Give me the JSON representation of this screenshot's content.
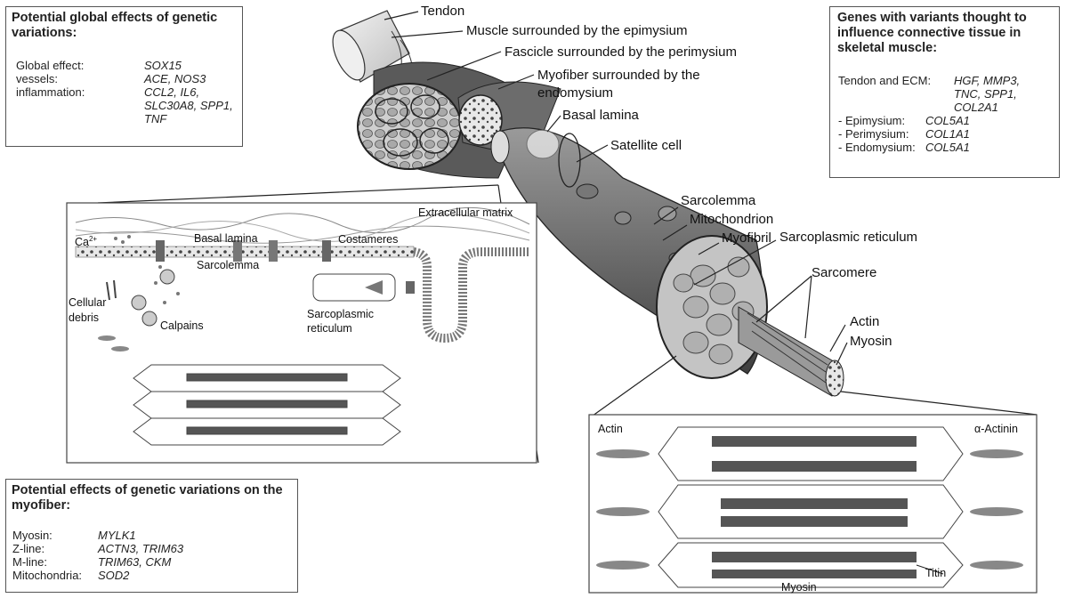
{
  "global_box": {
    "title": "Potential global effects of genetic variations:",
    "rows": [
      {
        "key": "Global effect:",
        "value": "SOX15"
      },
      {
        "key": "vessels:",
        "value": "ACE, NOS3"
      },
      {
        "key": "inflammation:",
        "value": "CCL2, IL6,"
      },
      {
        "key": "",
        "value": "SLC30A8, SPP1,"
      },
      {
        "key": "",
        "value": "TNF"
      }
    ]
  },
  "genes_box": {
    "title": "Genes with variants thought to influence connective tissue in skeletal muscle:",
    "rows": [
      {
        "key": "Tendon and ECM:",
        "value": "HGF, MMP3,"
      },
      {
        "key": "",
        "value": "TNC, SPP1,"
      },
      {
        "key": "",
        "value": "COL2A1"
      },
      {
        "key": "- Epimysium:",
        "value": "COL5A1"
      },
      {
        "key": "- Perimysium:",
        "value": "COL1A1"
      },
      {
        "key": "- Endomysium:",
        "value": "COL5A1"
      }
    ]
  },
  "myofiber_box": {
    "title": "Potential effects of genetic variations on the myofiber:",
    "rows": [
      {
        "key": "Myosin:",
        "value": "MYLK1"
      },
      {
        "key": "Z-line:",
        "value": "ACTN3, TRIM63"
      },
      {
        "key": "M-line:",
        "value": "TRIM63, CKM"
      },
      {
        "key": "Mitochondria:",
        "value": "SOD2"
      }
    ]
  },
  "main_labels": {
    "tendon": "Tendon",
    "epimysium": "Muscle surrounded by the epimysium",
    "perimysium": "Fascicle surrounded by the perimysium",
    "endomysium_1": "Myofiber surrounded by the",
    "endomysium_2": "endomysium",
    "basal_lamina": "Basal lamina",
    "satellite": "Satellite cell",
    "sarcolemma": "Sarcolemma",
    "mitochondrion": "Mitochondrion",
    "myofibril": "Myofibril",
    "sr": "Sarcoplasmic reticulum",
    "sarcomere": "Sarcomere",
    "actin": "Actin",
    "myosin": "Myosin"
  },
  "inset_left": {
    "ecm": "Extracellular matrix",
    "ca": "Ca",
    "ca_sup": "2+",
    "basal_lamina": "Basal lamina",
    "costameres": "Costameres",
    "sarcolemma": "Sarcolemma",
    "cellular": "Cellular",
    "debris": "debris",
    "calpains": "Calpains",
    "sr_1": "Sarcoplasmic",
    "sr_2": "reticulum"
  },
  "inset_right": {
    "actin": "Actin",
    "alpha_actinin": "α-Actinin",
    "titin": "Titin",
    "myosin": "Myosin"
  },
  "colors": {
    "ink": "#222222",
    "muscle_dark": "#4a4a4a",
    "muscle_mid": "#8a8a8a",
    "muscle_light": "#d9d9d9"
  }
}
